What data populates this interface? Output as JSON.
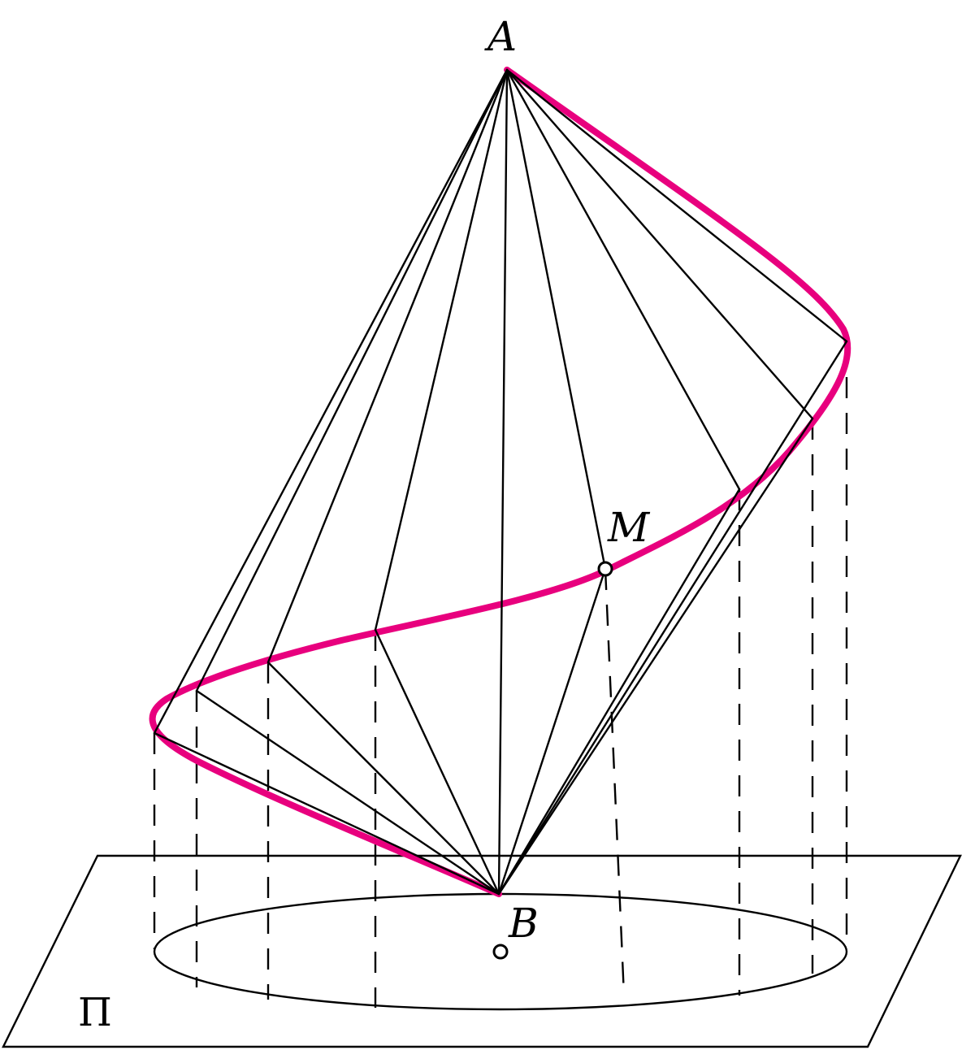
{
  "labels": {
    "apex": "A",
    "bottom_vertex": "B",
    "curve_point": "M",
    "plane": "Π"
  },
  "colors": {
    "curve": "#e8007e",
    "lines": "#000000",
    "background": "#ffffff"
  }
}
